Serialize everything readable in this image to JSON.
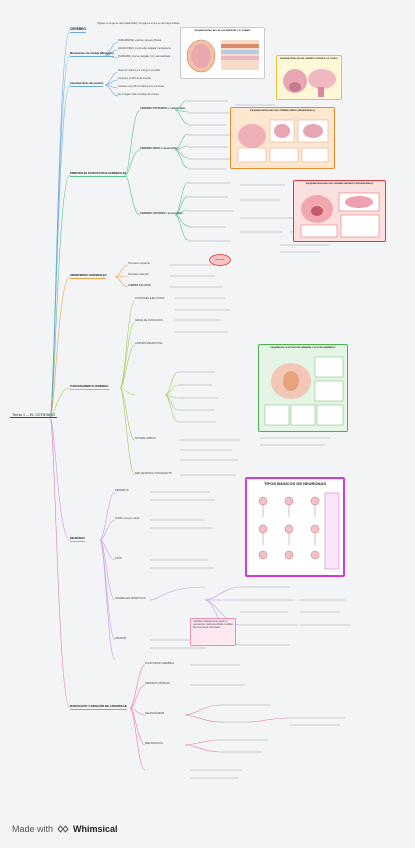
{
  "root": {
    "label": "Tema 1 – EL CEREBRO"
  },
  "sections": {
    "cerebro": "CEREBRO",
    "mecanismos": "Mecanismos de Anclaje (Meninges)",
    "caracteristicas": "Características del cerebro",
    "principales": "PRINCIPALES ESTRUCTURAS CEREBRALES",
    "hemisferios": "HEMISFERIOS CEREBRALES",
    "funcionamiento": "FUNCIONAMIENTO CEREBRAL",
    "neuronas": "NEURONAS",
    "maduracion": "MADURACIÓN Y FORMACIÓN DEL APRENDIZAJE"
  },
  "details": {
    "cerebro": "Órgano en el que se da la plasticidad y el lugar en el que se da el aprendizaje",
    "meninges": [
      "DURAMADRE: externa y gruesa, fibrosa",
      "ARACNOIDES: intermedia, delgada, transparente",
      "PIAMADRE: interna, delgada, muy vascularizada"
    ],
    "caracteristicas": [
      "Pesa de media 1,3 a 1,4 kg en el adulto",
      "Consume el 20% de la energía",
      "Contiene unos 86 mil millones de neuronas",
      "Es el órgano más complejo del cuerpo"
    ],
    "estructuras": [
      "CEREBRO POSTERIOR o rombencéfalo",
      "CEREBRO MEDIO o mesencéfalo",
      "CEREBRO ANTERIOR o prosencéfalo"
    ],
    "hemisferios": [
      "Hemisferio izquierdo",
      "Hemisferio derecho",
      "CUERPO CALLOSO"
    ],
    "funcionamiento": [
      "FUNCIONES EJECUTIVAS",
      "ÁREAS DE ASOCIACIÓN",
      "CORTEZA PREFRONTAL",
      "SISTEMA LÍMBICO",
      "RED NEURONAL POR DEFECTO"
    ],
    "neuronas": [
      "DENDRITAS",
      "SOMA o cuerpo celular",
      "AXÓN",
      "TERMINALES SINÁPTICOS",
      "SINAPSIS"
    ],
    "maduracion": [
      "PLASTICIDAD CEREBRAL",
      "PERIODOS CRÍTICOS",
      "NEUROGÉNESIS",
      "MIELINIZACIÓN"
    ]
  },
  "notes": {
    "red_circle": "Recordar",
    "pink_note": "Cambia constantemente según la experiencia; cada aprendizaje modifica las conexiones neuronales"
  },
  "images": [
    {
      "title": "ESQUEMA DETALLADO DE LAS MENINGES Y EL CRÁNEO",
      "border": "#c9c9c9",
      "bg": "#ffffff"
    },
    {
      "title": "ESQUEMA DETALLADO DEL CEREBRO POSTERIOR Y EL TRONCO",
      "border": "#e8c230",
      "bg": "#fff8d6"
    },
    {
      "title": "ESQUEMA DETALLADO DEL CEREBRO MEDIO (MESENCÉFALO)",
      "border": "#e98a2c",
      "bg": "#fde7cf"
    },
    {
      "title": "ESQUEMA DETALLADO DEL CEREBRO ANTERIOR (PROSENCÉFALO)",
      "border": "#d93a3a",
      "bg": "#fbe0e0"
    },
    {
      "title": "ESQUEMA DE LA ACTIVACIÓN CEREBRAL Y SU FUNCIONAMIENTO",
      "border": "#4caf50",
      "bg": "#e5f5e5"
    },
    {
      "title": "TIPOS BÁSICOS DE NEURONAS",
      "border": "#d63ad6",
      "bg": "#ffffff"
    }
  ],
  "branch_colors": {
    "a": "#6ea8e0",
    "b": "#5cc08a",
    "c": "#e6a44a",
    "d": "#c59be6",
    "e": "#9fcf5a",
    "f": "#e57fa8"
  },
  "footer": {
    "made_with": "Made with",
    "brand": "Whimsical"
  }
}
